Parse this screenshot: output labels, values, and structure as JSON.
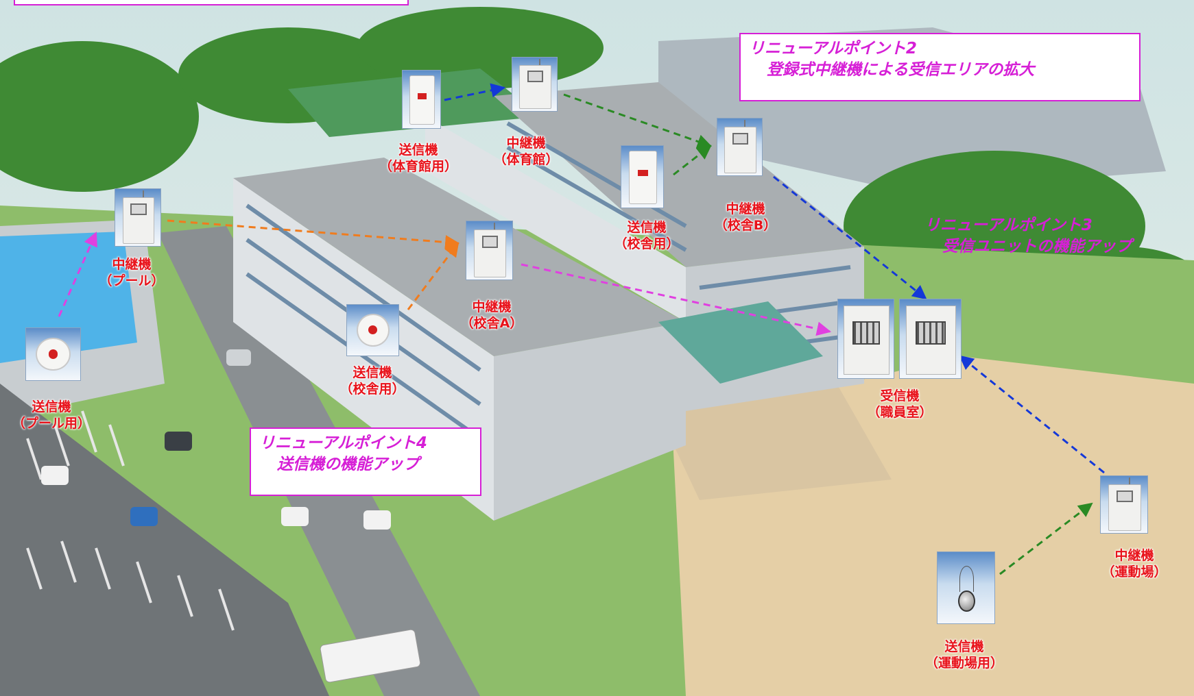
{
  "colors": {
    "label_text": "#e8121a",
    "renewal_box": "#d61fd6",
    "arrow_blue": "#1438d8",
    "arrow_green": "#2a8a24",
    "arrow_orange": "#f07c1e",
    "arrow_magenta": "#e040e0"
  },
  "renewal_points": {
    "point2": {
      "line1": "リニューアルポイント2",
      "line2": "登録式中継機による受信エリアの拡大"
    },
    "point3": {
      "line1": "リニューアルポイント3",
      "line2": "受信ユニットの機能アップ"
    },
    "point4": {
      "line1": "リニューアルポイント4",
      "line2": "送信機の機能アップ"
    }
  },
  "devices": {
    "sender_gym": {
      "icon": "rectangular-sender-icon",
      "name": "送信機",
      "location": "（体育館用）"
    },
    "repeater_gym": {
      "icon": "repeater-icon",
      "name": "中継機",
      "location": "（体育館）"
    },
    "sender_school_b": {
      "icon": "rectangular-sender-icon",
      "name": "送信機",
      "location": "（校舎用）"
    },
    "repeater_b": {
      "icon": "repeater-icon",
      "name": "中継機",
      "location": "（校舎B）"
    },
    "repeater_pool": {
      "icon": "repeater-icon",
      "name": "中継機",
      "location": "（プール）"
    },
    "repeater_a": {
      "icon": "repeater-icon",
      "name": "中継機",
      "location": "（校舎A）"
    },
    "sender_school_a": {
      "icon": "round-sender-icon",
      "name": "送信機",
      "location": "（校舎用）"
    },
    "sender_pool": {
      "icon": "round-sender-icon",
      "name": "送信機",
      "location": "（プール用）"
    },
    "receiver_staff": {
      "icon": "receiver-icon",
      "name": "受信機",
      "location": "（職員室）"
    },
    "repeater_field": {
      "icon": "repeater-icon",
      "name": "中継機",
      "location": "（運動場）"
    },
    "sender_field": {
      "icon": "pendant-sender-icon",
      "name": "送信機",
      "location": "（運動場用）"
    }
  },
  "connections": [
    {
      "from": "sender_gym",
      "to": "repeater_gym",
      "color": "blue"
    },
    {
      "from": "repeater_gym",
      "to": "repeater_b",
      "color": "green"
    },
    {
      "from": "sender_school_b",
      "to": "repeater_b",
      "color": "green"
    },
    {
      "from": "repeater_b",
      "to": "receiver_staff",
      "color": "blue"
    },
    {
      "from": "sender_pool",
      "to": "repeater_pool",
      "color": "magenta"
    },
    {
      "from": "repeater_pool",
      "to": "repeater_a",
      "color": "orange"
    },
    {
      "from": "sender_school_a",
      "to": "repeater_a",
      "color": "orange"
    },
    {
      "from": "repeater_a",
      "to": "receiver_staff",
      "color": "magenta"
    },
    {
      "from": "sender_field",
      "to": "repeater_field",
      "color": "green"
    },
    {
      "from": "repeater_field",
      "to": "receiver_staff",
      "color": "blue"
    }
  ]
}
